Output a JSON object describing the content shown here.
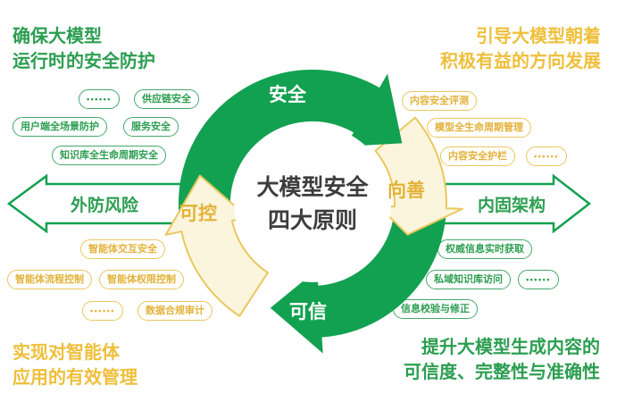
{
  "colors": {
    "green": "#12A150",
    "green_text": "#2C9E51",
    "yellow_text": "#E3B23A",
    "yellow_heading": "#EFBF3B",
    "yellow_outline": "#EAC75F",
    "cream": "#FAF5DC",
    "dark": "#3D3D3D"
  },
  "center": {
    "title_line1": "大模型安全",
    "title_line2": "四大原则"
  },
  "ring": {
    "top_label": "安全",
    "right_label": "向善",
    "bottom_label": "可信",
    "left_label": "可控"
  },
  "side_arrows": {
    "left_label": "外防风险",
    "right_label": "内固架构"
  },
  "corner_notes": {
    "top_left": [
      "确保大模型",
      "运行时的安全防护"
    ],
    "top_right": [
      "引导大模型朝着",
      "积极有益的方向发展"
    ],
    "bottom_left": [
      "实现对智能体",
      "应用的有效管理"
    ],
    "bottom_right": [
      "提升大模型生成内容的",
      "可信度、完整性与准确性"
    ]
  },
  "pills": {
    "top_left": [
      "••••••",
      "供应链安全",
      "用户端全场景防护",
      "服务安全",
      "知识库全生命周期安全"
    ],
    "top_right": [
      "内容安全评测",
      "模型全生命周期管理",
      "内容安全护栏",
      "••••••"
    ],
    "bottom_left": [
      "智能体交互安全",
      "智能体流程控制",
      "智能体权限控制",
      "••••••",
      "数据合规审计"
    ],
    "bottom_right": [
      "权威信息实时获取",
      "私域知识库访问",
      "••••••",
      "信息校验与修正"
    ]
  }
}
